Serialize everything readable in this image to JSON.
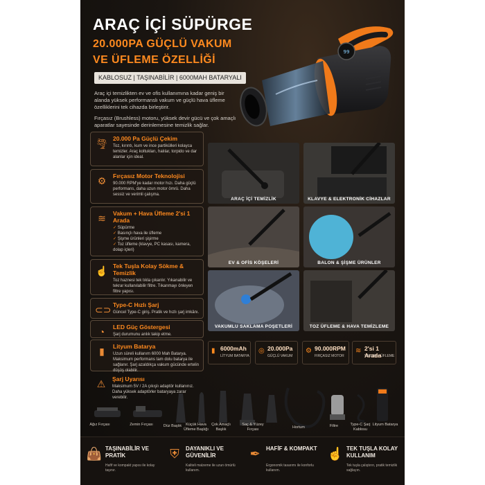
{
  "header": {
    "title": "ARAÇ İÇİ SÜPÜRGE",
    "subtitle_line1": "20.000PA GÜÇLÜ VAKUM",
    "subtitle_line2": "VE ÜFLEME ÖZELLİĞİ",
    "tagline": "KABLOSUZ | TAŞINABİLİR | 6000MAH BATARYALI"
  },
  "intro": {
    "paragraph1": "Araç içi temizlikten ev ve ofis kullanımına kadar geniş bir alanda yüksek performanslı vakum ve güçlü hava üfleme özelliklerini tek cihazda birleştirir.",
    "paragraph2": "Fırçasız (Brushless) motoru, yüksek devir gücü ve çok amaçlı aparatlar sayesinde derinlemesine temizlik sağlar."
  },
  "features": [
    {
      "icon": "tornado-icon",
      "title": "20.000 Pa Güçlü Çekim",
      "desc": "Toz, kırıntı, kum ve ince partikülleri kolayca temizler. Araç koltukları, halılar, torpido ve dar alanlar için ideal."
    },
    {
      "icon": "motor-icon",
      "title": "Fırçasız Motor Teknolojisi",
      "desc": "90.000 RPM'ye kadar motor hızı. Daha güçlü performans, daha uzun motor ömrü. Daha sessiz ve verimli çalışma."
    },
    {
      "icon": "wind-icon",
      "title": "Vakum + Hava Üfleme 2'si 1 Arada",
      "items": [
        "Süpürme",
        "Basınçlı hava ile üfleme",
        "Şişme ürünleri şişirme",
        "Toz üfleme (klavye, PC kasası, kamera, dolap içleri)"
      ]
    },
    {
      "icon": "hand-tap-icon",
      "title": "Tek Tuşla Kolay Sökme & Temizlik",
      "desc": "Toz haznesi tek tıkla çıkarılır. Yıkanabilir ve tekrar kullanılabilir filtre. Tıkanmayı önleyen filtre yapısı."
    },
    {
      "icon": "usb-c-icon",
      "title": "Type-C Hızlı Şarj",
      "desc": "Güncel Type-C giriş. Pratik ve hızlı şarj imkânı."
    },
    {
      "icon": "led-icon",
      "title": "LED Güç Göstergesi",
      "desc": "Şarj durumunu anlık takip etme."
    },
    {
      "icon": "battery-icon",
      "title": "Lityum Batarya",
      "desc": "Uzun süreli kullanım 6000 Mah Batarya. Maksimum performans tam dolu batarya ile sağlanır. Şarj azaldıkça vakum gücünde ertelin düşüş olabilir."
    },
    {
      "icon": "warning-icon",
      "title": "Şarj Uyarısı",
      "desc": "Maksimum 5V / 2A çıkışlı adaptör kullanınız. Daha yüksek adaptörler bataryaya zarar verebilir."
    }
  ],
  "photos": [
    {
      "label": "ARAÇ İÇİ TEMİZLİK"
    },
    {
      "label": "KLAVYE & ELEKTRONİK CİHAZLAR"
    },
    {
      "label": "EV & OFİS KÖŞELERİ"
    },
    {
      "label": "BALON & ŞİŞME ÜRÜNLER"
    },
    {
      "label": "VAKUMLU SAKLAMA POŞETLERİ"
    },
    {
      "label": "TOZ ÜFLEME & HAVA TEMİZLEME"
    }
  ],
  "specs": [
    {
      "icon": "battery-icon",
      "value": "6000mAh",
      "label": "LİTYUM BATARYA"
    },
    {
      "icon": "tornado-icon",
      "value": "20.000Pa",
      "label": "GÜÇLÜ VAKUM"
    },
    {
      "icon": "motor-icon",
      "value": "90.000RPM",
      "label": "FIRÇASIZ MOTOR"
    },
    {
      "icon": "wind-icon",
      "value": "2'si 1 Arada",
      "label": "VAKUM + ÜFLEME"
    }
  ],
  "accessories": [
    {
      "name": "Ağız Fırçası"
    },
    {
      "name": "Zemin Fırçası"
    },
    {
      "name": "Düz Başlık"
    },
    {
      "name": "Küçük Hava Üfleme Başlığı"
    },
    {
      "name": "Çok Amaçlı Başlık"
    },
    {
      "name": "Saç & Yüzey Fırçası"
    },
    {
      "name": "Hortum"
    },
    {
      "name": "Filtre"
    },
    {
      "name": "Type-C Şarj Kablosu"
    },
    {
      "name": "Lityum Batarya"
    }
  ],
  "bottom": [
    {
      "icon": "bag-icon",
      "title": "TAŞINABİLİR VE PRATİK",
      "desc": "Hafif ve kompakt yapısı ile kolay taşınır."
    },
    {
      "icon": "shield-icon",
      "title": "DAYANIKLI VE GÜVENİLİR",
      "desc": "Kaliteli malzeme ile uzun ömürlü kullanım."
    },
    {
      "icon": "feather-icon",
      "title": "HAFİF & KOMPAKT",
      "desc": "Ergonomik tasarımı ile konforlu kullanım."
    },
    {
      "icon": "hand-tap-icon",
      "title": "TEK TUŞLA KOLAY KULLANIM",
      "desc": "Tek tuşla çalıştırın, pratik temizlik sağlayın."
    }
  ],
  "colors": {
    "accent": "#ff8a1f",
    "background": "#14110e",
    "product_orange": "#f07a1a"
  }
}
